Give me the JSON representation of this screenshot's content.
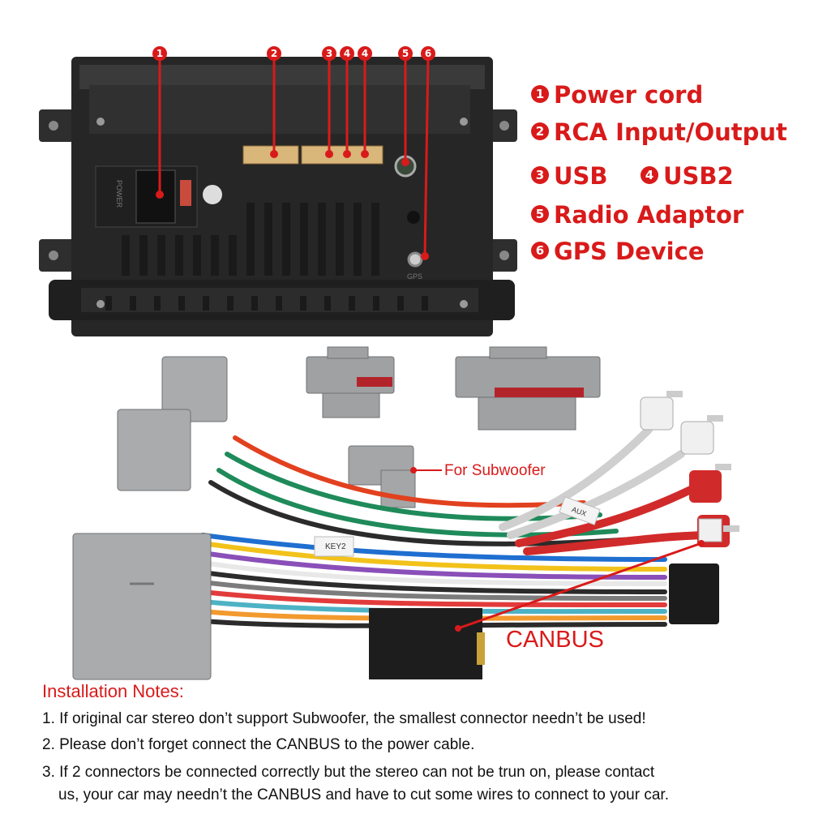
{
  "callouts": [
    "1",
    "2",
    "3",
    "4",
    "5",
    "6"
  ],
  "legend": {
    "items": [
      {
        "num": "1",
        "label": "Power cord"
      },
      {
        "num": "2",
        "label": "RCA Input/Output"
      },
      {
        "num": "3",
        "label": "USB"
      },
      {
        "num": "4",
        "label": "USB2"
      },
      {
        "num": "5",
        "label": "Radio  Adaptor"
      },
      {
        "num": "6",
        "label": "GPS Device"
      }
    ]
  },
  "unit_labels": {
    "power": "POWER",
    "gps": "GPS"
  },
  "harness_tags": {
    "key2": "KEY2",
    "aux": "AUX"
  },
  "labels": {
    "subwoofer": "For Subwoofer",
    "canbus": "CANBUS"
  },
  "notes": {
    "title": "Installation Notes:",
    "items": [
      "1. If original car stereo don’t support Subwoofer, the smallest connector needn’t be used!",
      "2. Please don’t forget connect the CANBUS to the power cable.",
      "3. If 2 connectors be connected correctly but the stereo can not be trun on, please contact",
      "us, your car may needn’t the CANBUS and have to cut some wires to connect to your car."
    ]
  },
  "colors": {
    "accent": "#d91a1a",
    "unit_body": "#2b2b2b",
    "connector_grey": "#a9abad"
  }
}
